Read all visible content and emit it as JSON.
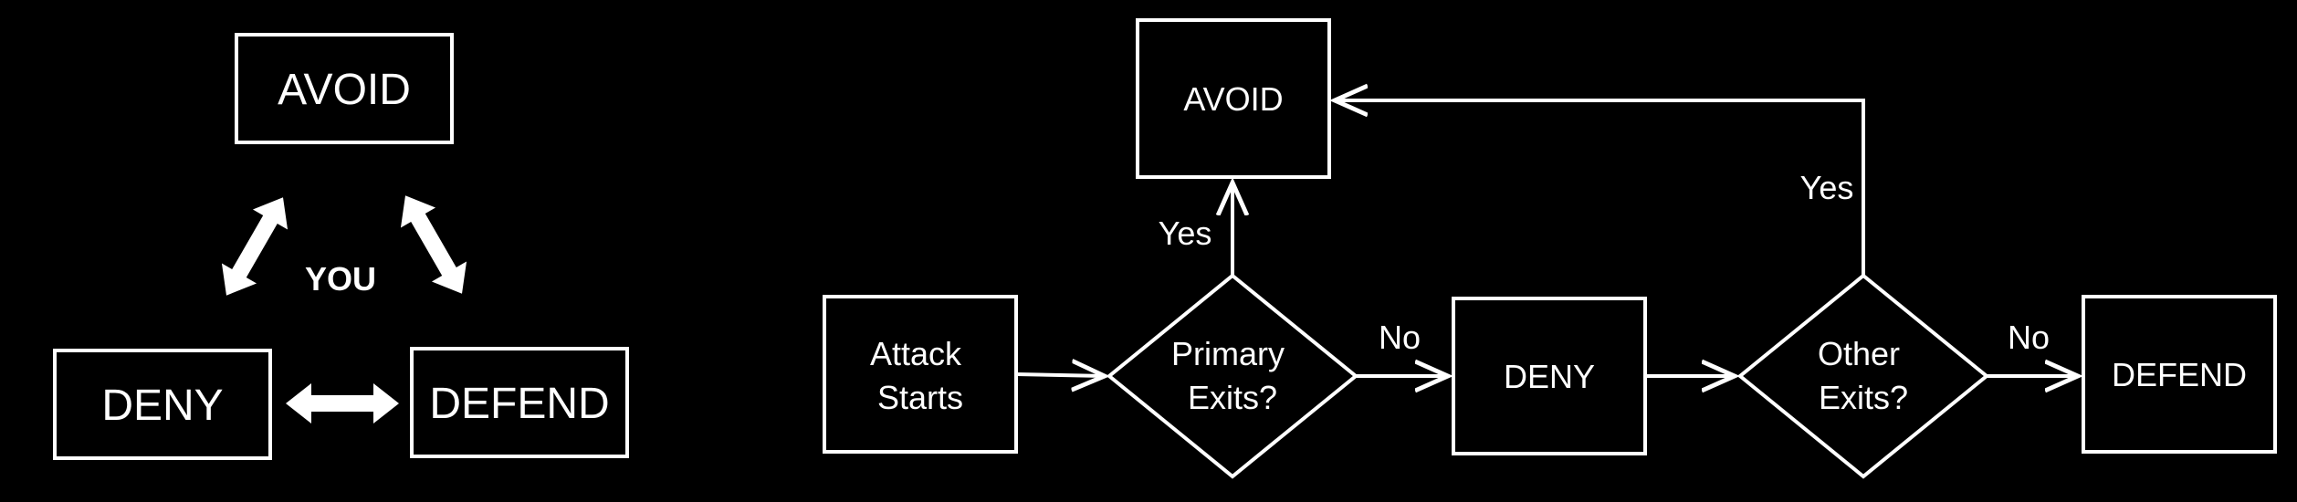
{
  "triangle": {
    "top": "AVOID",
    "left": "DENY",
    "right": "DEFEND",
    "center": "YOU"
  },
  "flow": {
    "start": [
      "Attack",
      "Starts"
    ],
    "decision1": [
      "Primary",
      "Exits?"
    ],
    "avoid": "AVOID",
    "deny": "DENY",
    "decision2": [
      "Other",
      "Exits?"
    ],
    "defend": "DEFEND",
    "yes1": "Yes",
    "yes2": "Yes",
    "no1": "No",
    "no2": "No"
  },
  "colors": {
    "background": "#000000",
    "foreground": "#ffffff"
  }
}
